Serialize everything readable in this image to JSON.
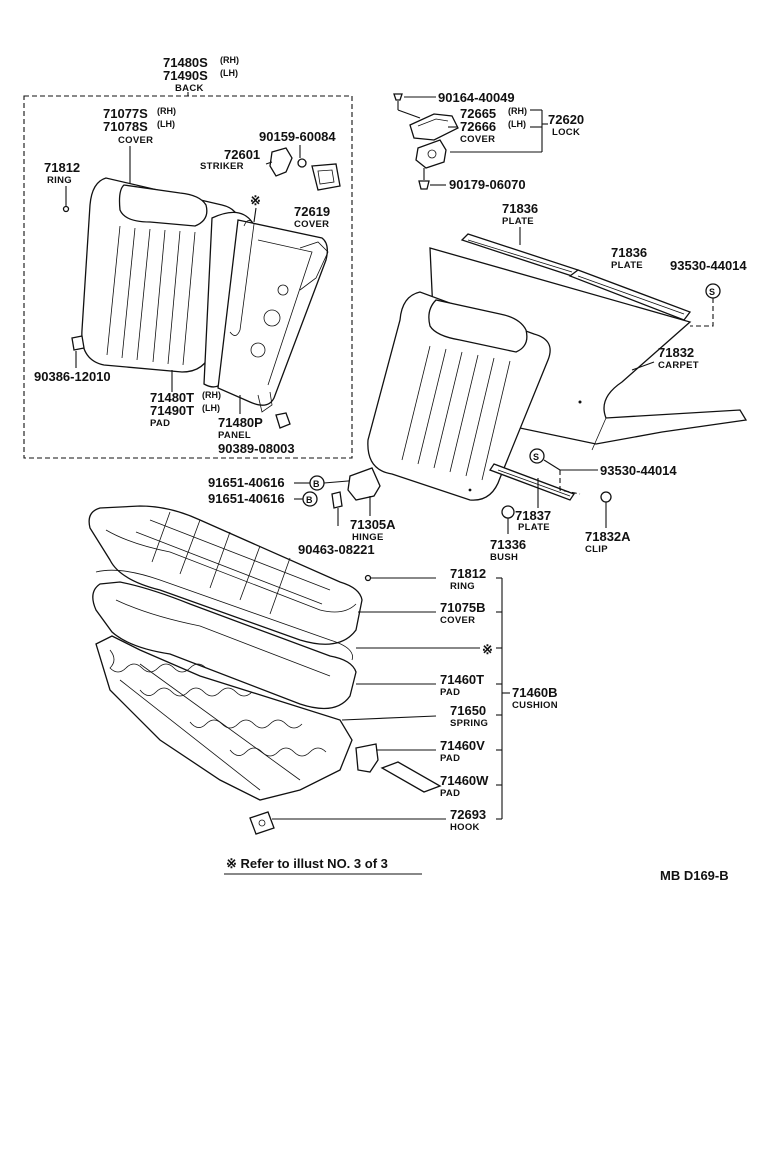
{
  "back": {
    "rh": "71480S",
    "rh_side": "(RH)",
    "lh": "71490S",
    "lh_side": "(LH)",
    "name": "BACK"
  },
  "back_cover": {
    "rh": "71077S",
    "rh_side": "(RH)",
    "lh": "71078S",
    "lh_side": "(LH)",
    "name": "COVER"
  },
  "ring_top": {
    "pn": "71812",
    "name": "RING"
  },
  "striker": {
    "pn": "72601",
    "name": "STRIKER"
  },
  "bolt_striker": {
    "pn": "90159-60084"
  },
  "cover_72619": {
    "pn": "72619",
    "name": "COVER"
  },
  "ref_mark": "※",
  "clip_90386": {
    "pn": "90386-12010"
  },
  "back_pad": {
    "rh": "71480T",
    "rh_side": "(RH)",
    "lh": "71490T",
    "lh_side": "(LH)",
    "name": "PAD"
  },
  "panel": {
    "pn": "71480P",
    "name": "PANEL"
  },
  "clip_90389": {
    "pn": "90389-08003"
  },
  "screw_top": {
    "pn": "90164-40049"
  },
  "lock_cover": {
    "rh": "72665",
    "rh_side": "(RH)",
    "lh": "72666",
    "lh_side": "(LH)",
    "name": "COVER"
  },
  "lock": {
    "pn": "72620",
    "name": "LOCK"
  },
  "screw_lock": {
    "pn": "90179-06070"
  },
  "plate_a": {
    "pn": "71836",
    "name": "PLATE"
  },
  "plate_b": {
    "pn": "71836",
    "name": "PLATE"
  },
  "screw_93530_a": {
    "pn": "93530-44014",
    "sym": "S"
  },
  "carpet": {
    "pn": "71832",
    "name": "CARPET"
  },
  "screw_93530_b": {
    "pn": "93530-44014",
    "sym": "S"
  },
  "bolt_91651_a": {
    "pn": "91651-40616",
    "sym": "B"
  },
  "bolt_91651_b": {
    "pn": "91651-40616",
    "sym": "B"
  },
  "hinge": {
    "pn": "71305A",
    "name": "HINGE"
  },
  "nut_90463": {
    "pn": "90463-08221"
  },
  "plate_71837": {
    "pn": "71837",
    "name": "PLATE"
  },
  "bush": {
    "pn": "71336",
    "name": "BUSH"
  },
  "clip_71832a": {
    "pn": "71832A",
    "name": "CLIP"
  },
  "ring_bottom": {
    "pn": "71812",
    "name": "RING"
  },
  "cushion_cover": {
    "pn": "71075B",
    "name": "COVER"
  },
  "cushion_pad": {
    "pn": "71460T",
    "name": "PAD"
  },
  "cushion": {
    "pn": "71460B",
    "name": "CUSHION"
  },
  "spring": {
    "pn": "71650",
    "name": "SPRING"
  },
  "pad_v": {
    "pn": "71460V",
    "name": "PAD"
  },
  "pad_w": {
    "pn": "71460W",
    "name": "PAD"
  },
  "hook": {
    "pn": "72693",
    "name": "HOOK"
  },
  "footnote": "※ Refer to illust NO. 3 of 3",
  "illust_code": "MB D169-B"
}
